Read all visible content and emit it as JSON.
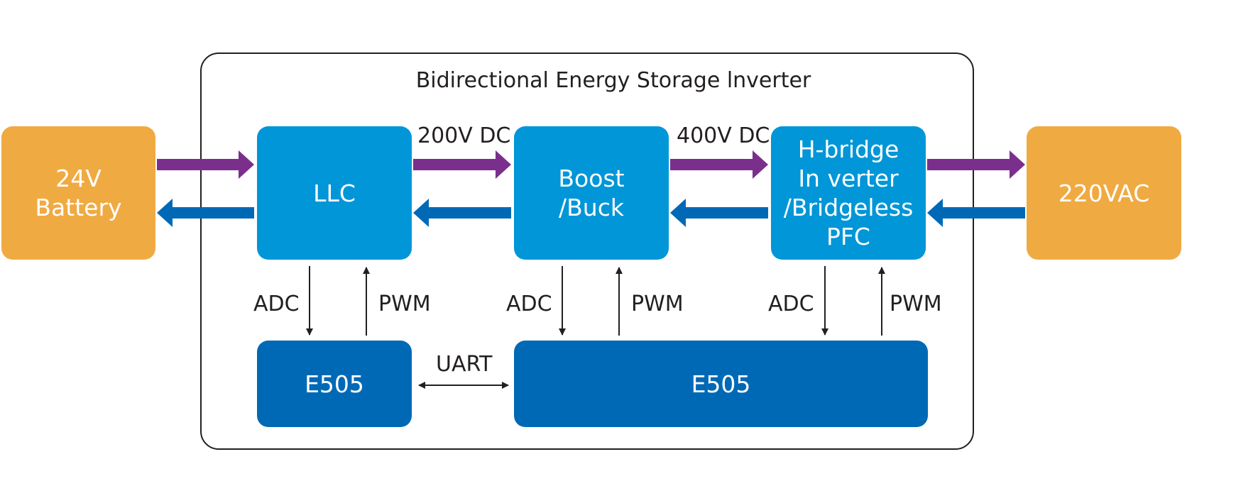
{
  "title": "Bidirectional Energy Storage lnverter",
  "blocks": {
    "battery": [
      "24V",
      "Battery"
    ],
    "llc": "LLC",
    "boost": [
      "Boost",
      "/Buck"
    ],
    "hbridge": [
      "H-bridge",
      "In verter",
      "/Bridgeless",
      "PFC"
    ],
    "ac": "220VAC",
    "e505_left": "E505",
    "e505_right": "E505"
  },
  "labels": {
    "dc200": "200V DC",
    "dc400": "400V DC",
    "uart": "UART",
    "adc": "ADC",
    "pwm": "PWM"
  },
  "colors": {
    "source_block": "#f0aa42",
    "power_block": "#0096d8",
    "controller_block": "#0069b6",
    "forward_arrow": "#7b2f8c",
    "reverse_arrow": "#0069b6",
    "line": "#231f20"
  }
}
